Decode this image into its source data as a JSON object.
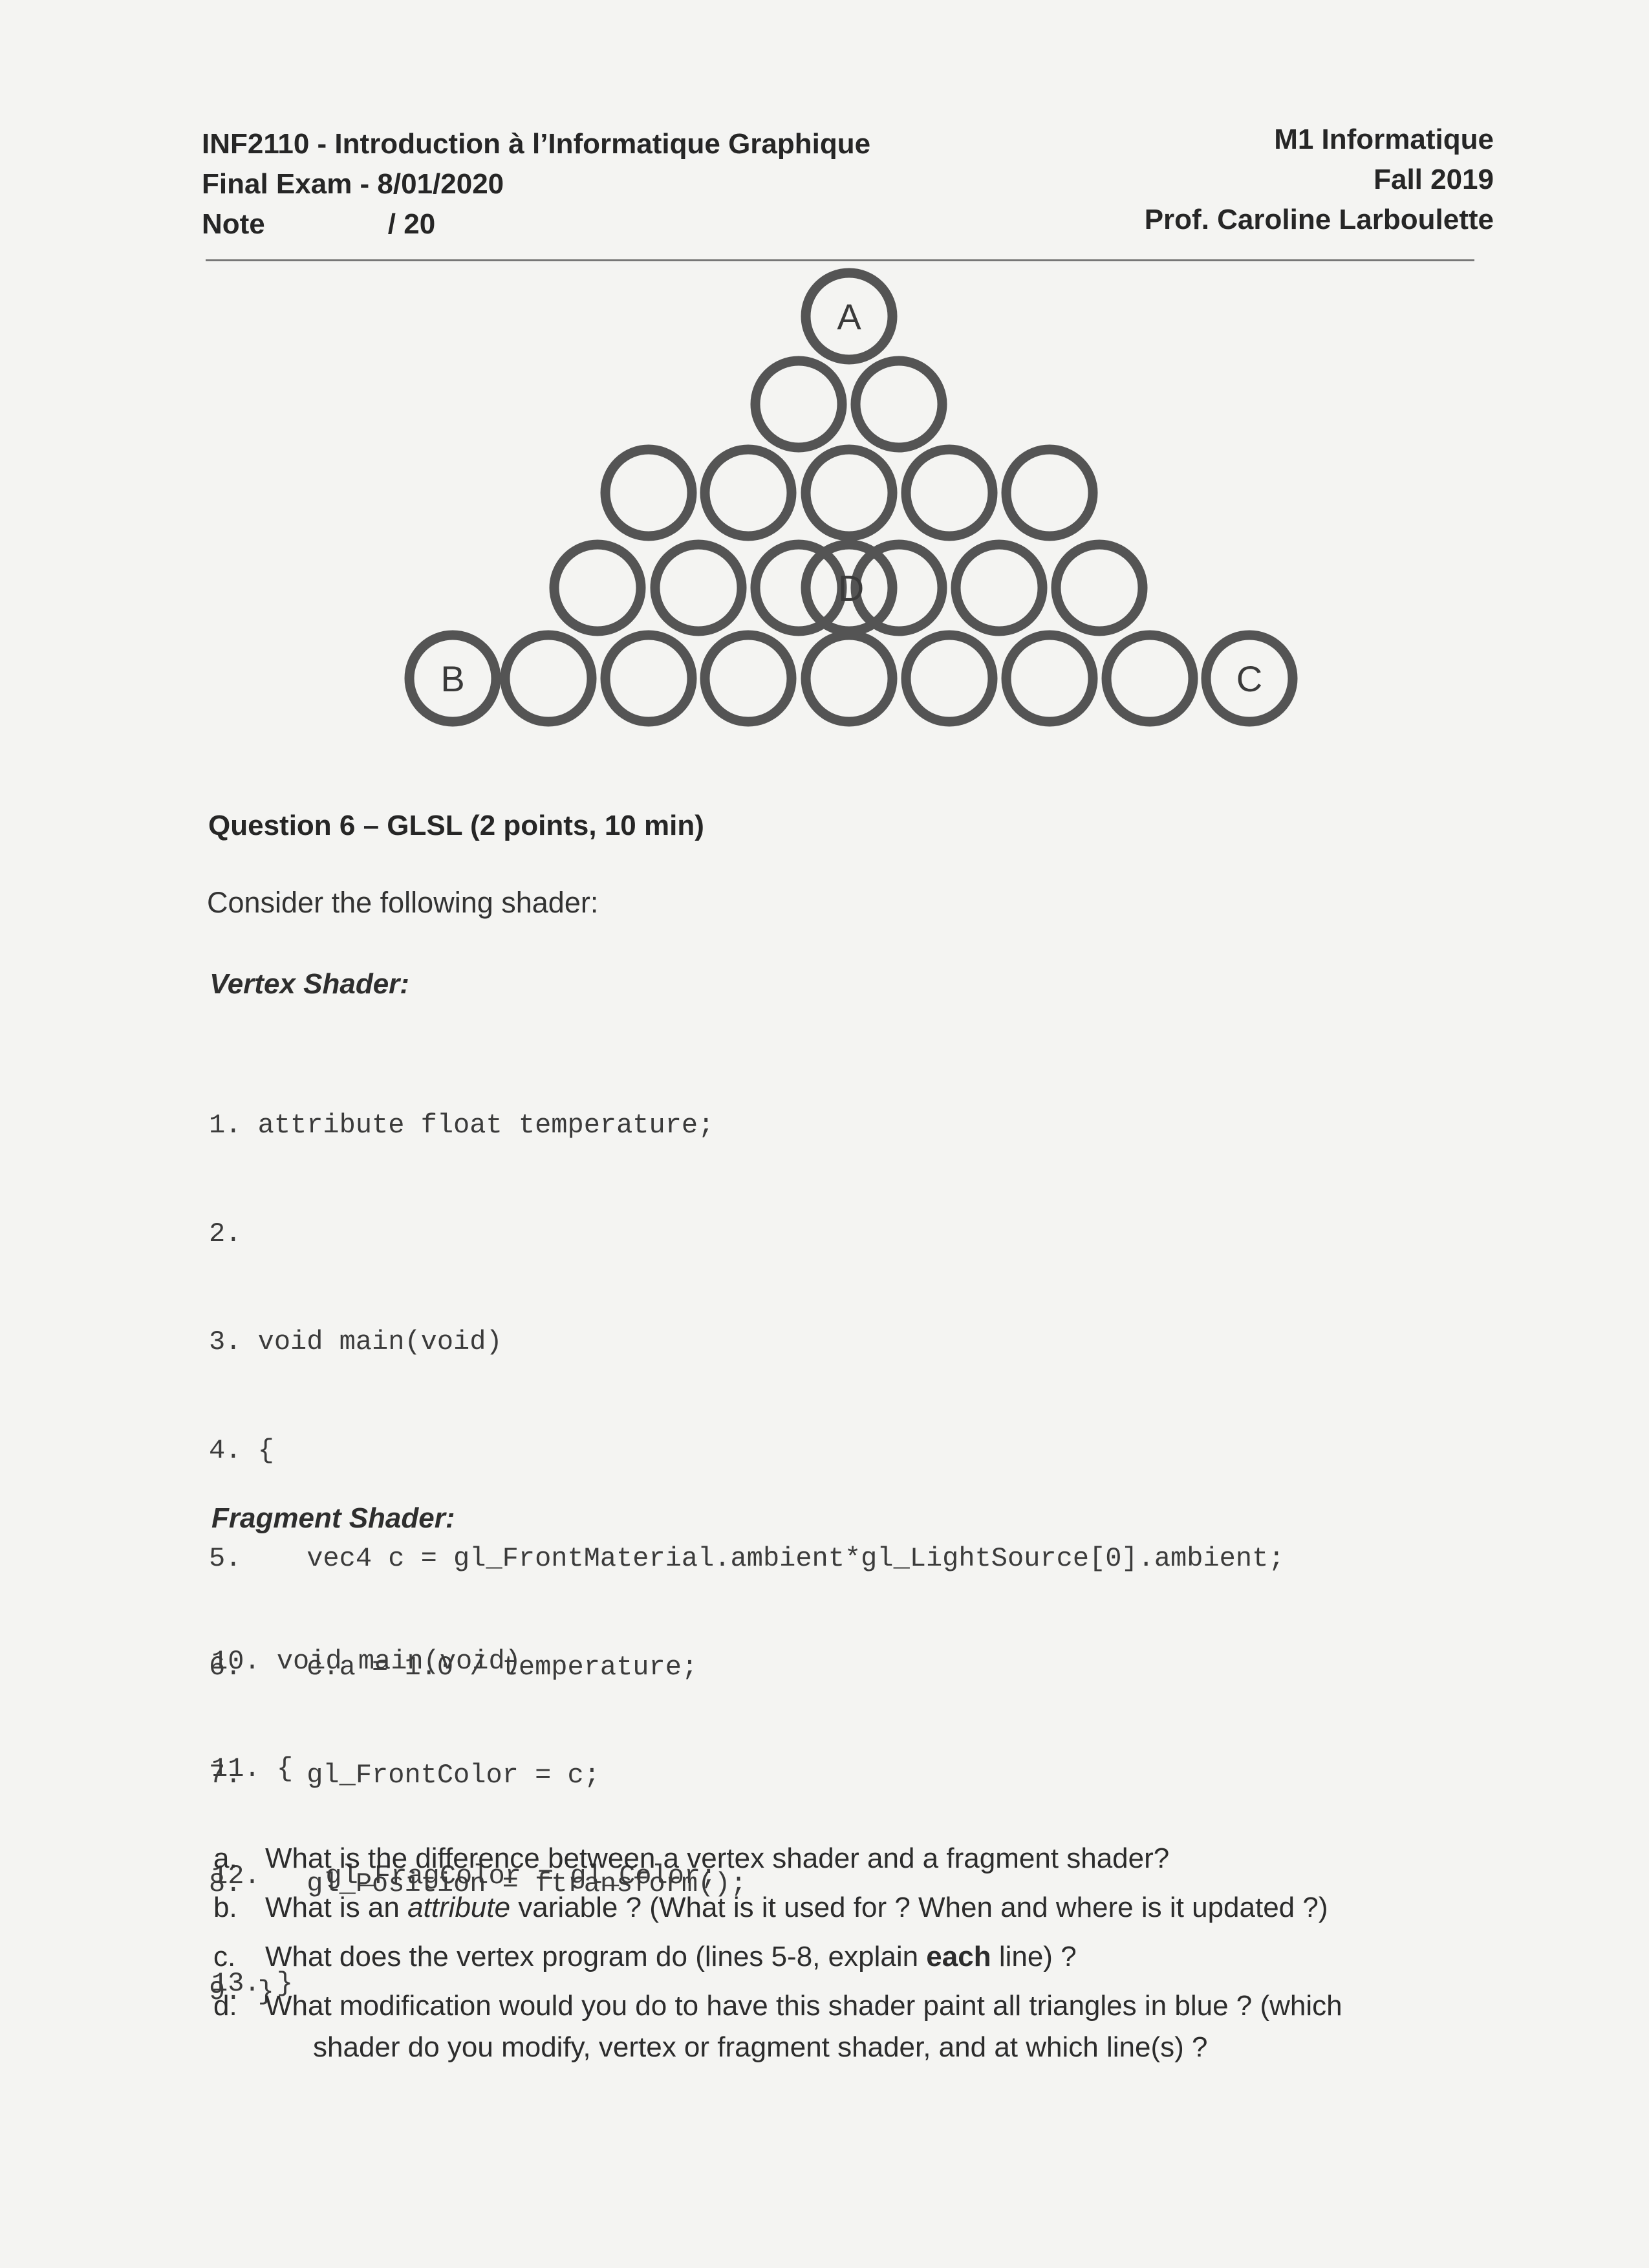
{
  "header": {
    "course": "INF2110 - Introduction à l’Informatique Graphique",
    "exam": "Final Exam - 8/01/2020",
    "note_label": "Note",
    "note_score": "/ 20",
    "program": "M1 Informatique",
    "term": "Fall 2019",
    "professor": "Prof. Caroline Larboulette"
  },
  "figure": {
    "labels": {
      "A": "A",
      "B": "B",
      "C": "C",
      "D": "D"
    },
    "stroke_color": "#545454"
  },
  "question": {
    "title": "Question 6 – GLSL (2 points, 10 min)",
    "intro": "Consider the following shader:",
    "vertex_heading": "Vertex Shader:",
    "vertex_lines": [
      "1. attribute float temperature;",
      "2.",
      "3. void main(void)",
      "4. {",
      "5.    vec4 c = gl_FrontMaterial.ambient*gl_LightSource[0].ambient;",
      "6.    c.a = 1.0 / temperature;",
      "7.    gl_FrontColor = c;",
      "8.    gl_Position = ftransform();",
      "9. }"
    ],
    "fragment_heading": "Fragment Shader:",
    "fragment_lines": [
      "10. void main(void)",
      "11. {",
      "12.    gl_FragColor = gl_Color;",
      "13. }"
    ],
    "subquestions": {
      "a": {
        "label": "a.",
        "text": "What is the difference between a vertex shader and a fragment shader?"
      },
      "b": {
        "label": "b.",
        "pre": "What is an ",
        "em": "attribute",
        "post": " variable ? (What is it used for ? When and where is it updated ?)"
      },
      "c": {
        "label": "c.",
        "pre": "What does the vertex program do (lines 5-8, explain ",
        "strong": "each",
        "post": " line) ?"
      },
      "d": {
        "label": "d.",
        "line1": "What modification would you do to have this shader paint all triangles in blue ? (which",
        "line2": "shader do you modify, vertex or fragment shader, and at which line(s) ?"
      }
    }
  }
}
